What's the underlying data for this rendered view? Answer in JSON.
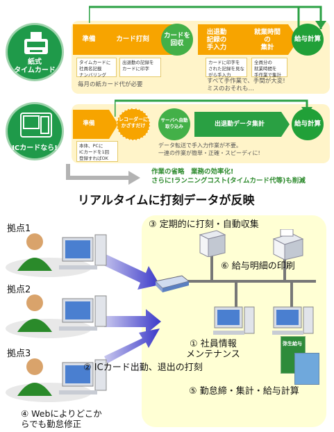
{
  "paper_card": {
    "label_line1": "紙式",
    "label_line2": "タイムカード",
    "steps": [
      "準備",
      "カード打刻",
      "カードを\n回収",
      "出退勤\n記録の\n手入力",
      "就業時間\nの\n集計",
      "給与計算"
    ],
    "notes": [
      "タイムカードに\n社員名記載\nナンバリング",
      "出退勤の記録を\nカードに印字",
      "カードに印字を\nされた記録を見な\nがら手入力",
      "全員分の\n就業時間を\n手作業で集計"
    ],
    "cost_note": "毎月の紙カード代が必要",
    "manual_note": "すべて手作業で、手間が大変!\nミスのおそれも…"
  },
  "ic_card": {
    "label": "ICカードなら!",
    "steps": [
      "準備",
      "レコーダーに\nかざすだけ",
      "サーバへ自動\n取り込み",
      "出退勤データ集計",
      "給与計算"
    ],
    "note": "本体、PCに\nICカードを1回\n登録すればOK",
    "effect_note": "データ転送で手入力作業が不要。\n一連の作業が簡単・正確・スピーディに!"
  },
  "benefit": {
    "line1": "作業の省略　業務の効率化!",
    "line2": "さらに!ランニングコスト(タイムカード代等)も削減"
  },
  "headline": "リアルタイムに打刻データが反映",
  "sites": [
    "拠点1",
    "拠点2",
    "拠点3"
  ],
  "features": {
    "f3": "③ 定期的に打刻・自動収集",
    "f6": "⑥ 給与明細の印刷",
    "f1": "① 社員情報\nメンテナンス",
    "f2": "② ICカード出勤、退出の打刻",
    "f5": "⑤ 勤怠締・集計・給与計算",
    "f4": "④ Webによりどこか\nらでも勤怠修正"
  },
  "product_box_text": "弥生給与",
  "colors": {
    "orange": "#f7a400",
    "panel_yellow": "#fff4c9",
    "green": "#1f9a4a",
    "bottom_panel": "#ffffd4"
  }
}
